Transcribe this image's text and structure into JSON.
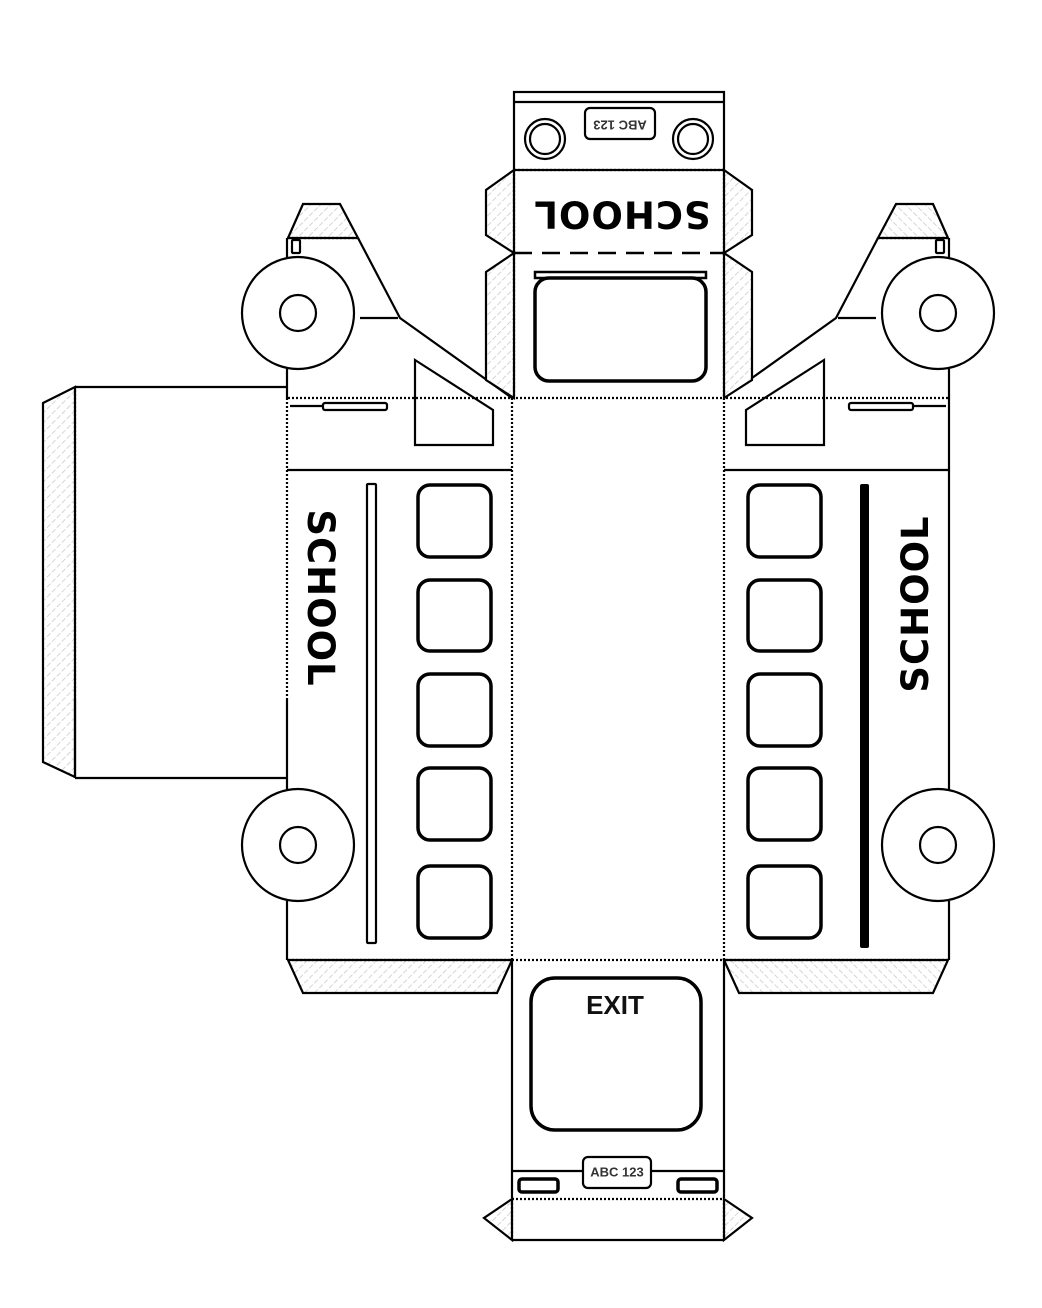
{
  "template": {
    "side_label_left": "SCHOOL",
    "side_label_right": "SCHOOL",
    "front_label": "SCHOOL",
    "front_plate": "ABC 123",
    "rear_label": "EXIT",
    "rear_plate": "ABC 123"
  },
  "colors": {
    "line": "#000000",
    "hatch": "#c8c8c8"
  }
}
